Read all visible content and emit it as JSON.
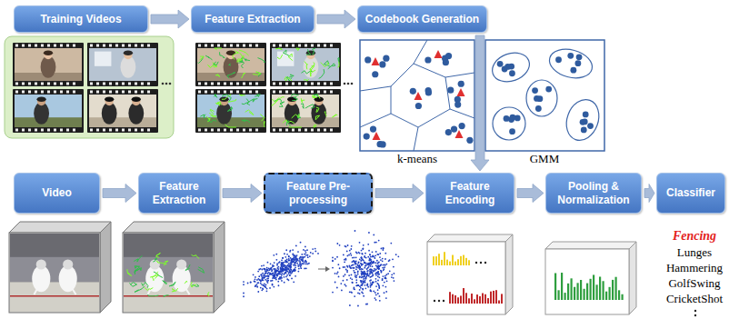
{
  "diagram": {
    "nodes": [
      {
        "text": [
          "Training Videos"
        ]
      },
      {
        "text": [
          "Feature Extraction"
        ]
      },
      {
        "text": [
          "Codebook Generation"
        ]
      },
      {
        "text": [
          "Video"
        ]
      },
      {
        "text": [
          "Feature Extraction"
        ]
      },
      {
        "text": [
          "Feature Pre-processing"
        ]
      },
      {
        "text": [
          "Feature Encoding"
        ]
      },
      {
        "text": [
          "Pooling & Normalization"
        ]
      },
      {
        "text": [
          "Classifier"
        ]
      }
    ],
    "edges": [
      {
        "from": 0,
        "to": 1,
        "arrow": "to"
      },
      {
        "from": 1,
        "to": 2,
        "arrow": "to"
      },
      {
        "from": 2,
        "to": 6,
        "arrow": "to"
      },
      {
        "from": 3,
        "to": 4,
        "arrow": "to"
      },
      {
        "from": 4,
        "to": 5,
        "arrow": "to"
      },
      {
        "from": 5,
        "to": 6,
        "arrow": "to"
      },
      {
        "from": 6,
        "to": 7,
        "arrow": "to"
      },
      {
        "from": 7,
        "to": 8,
        "arrow": "to"
      }
    ],
    "labels": [
      "k-means",
      "GMM",
      "Fencing",
      "Lunges",
      "Hammering",
      "GolfSwing",
      "CricketShot"
    ]
  }
}
